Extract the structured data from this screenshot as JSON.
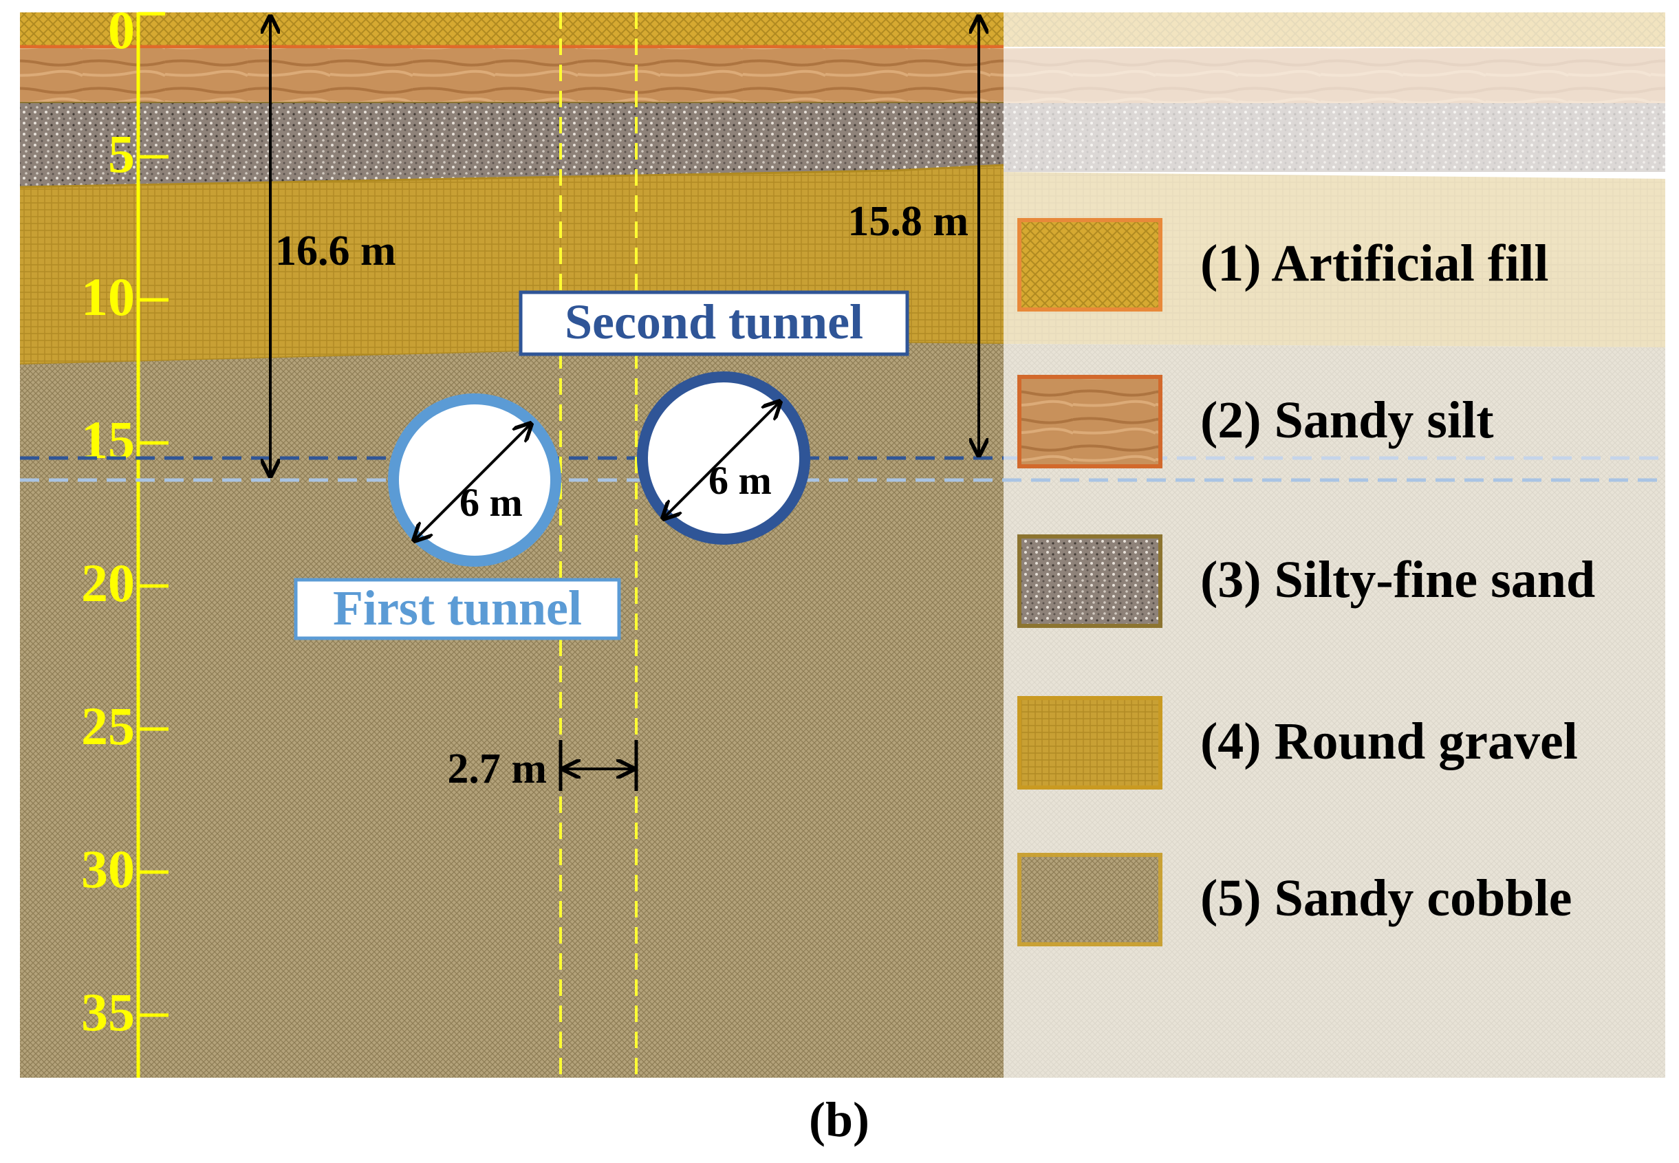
{
  "figure": {
    "panel_label": "(b)"
  },
  "depth_axis": {
    "ticks": [
      "0",
      "5",
      "10",
      "15",
      "20",
      "25",
      "30",
      "35"
    ]
  },
  "tunnels": {
    "second_label": "Second tunnel",
    "first_label": "First tunnel",
    "first_diameter": "6 m",
    "second_diameter": "6 m",
    "first_depth": "16.6 m",
    "second_depth": "15.8 m",
    "spacing": "2.7 m"
  },
  "legend": {
    "items": [
      {
        "label": "(1) Artificial fill",
        "fill": "#d4a72e",
        "border": "#e8893a"
      },
      {
        "label": "(2) Sandy silt",
        "fill": "#c9925e",
        "border": "#d2692c"
      },
      {
        "label": "(3) Silty-fine sand",
        "fill": "#8f857c",
        "border": "#8c7430"
      },
      {
        "label": "(4) Round gravel",
        "fill": "#c9a135",
        "border": "#c99a22"
      },
      {
        "label": "(5) Sandy cobble",
        "fill": "#b7a57a",
        "border": "#c9a135"
      }
    ]
  },
  "colors": {
    "axis": "#ffff00",
    "first_tunnel": "#5b9bd5",
    "second_tunnel": "#2f5597"
  }
}
